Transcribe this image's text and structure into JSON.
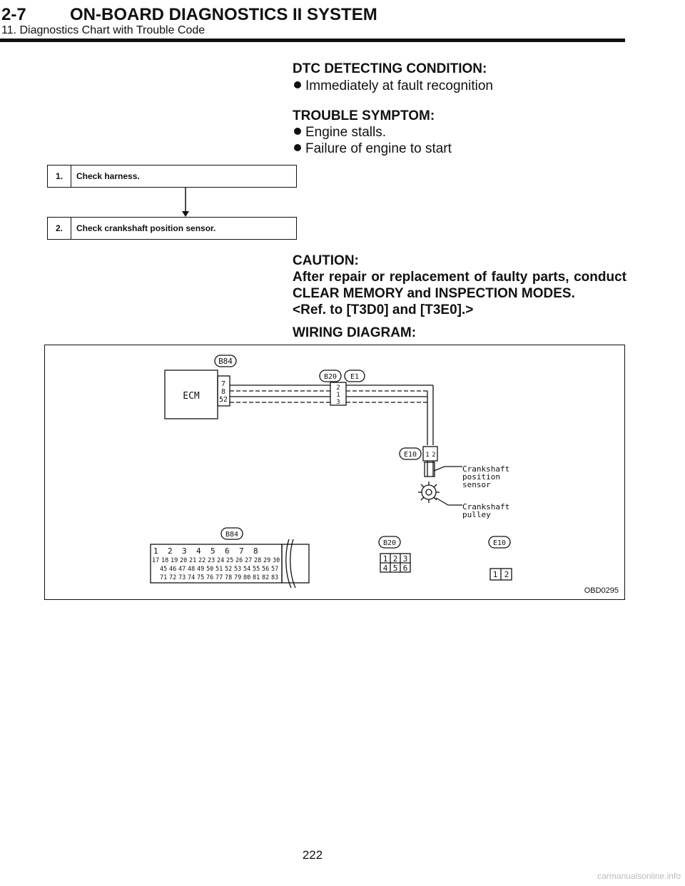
{
  "header": {
    "section": "2-7",
    "title": "ON-BOARD DIAGNOSTICS II SYSTEM",
    "subtitle": "11. Diagnostics Chart with Trouble Code"
  },
  "dtc": {
    "heading": "DTC DETECTING CONDITION:",
    "items": [
      "Immediately at fault recognition"
    ]
  },
  "symptom": {
    "heading": "TROUBLE SYMPTOM:",
    "items": [
      "Engine stalls.",
      "Failure of engine to start"
    ]
  },
  "flow": {
    "steps": [
      {
        "num": "1.",
        "text": "Check harness."
      },
      {
        "num": "2.",
        "text": "Check crankshaft position sensor."
      }
    ]
  },
  "caution": {
    "lines": [
      "CAUTION:",
      "After repair or replacement of faulty parts, conduct CLEAR MEMORY and INSPECTION MODES.",
      "<Ref. to [T3D0] and [T3E0].>"
    ]
  },
  "wiring": {
    "heading": "WIRING DIAGRAM:",
    "figure_code": "OBD0295",
    "ecm_label": "ECM",
    "connectors": {
      "b84": "B84",
      "b20": "B20",
      "e1": "E1",
      "e10": "E10"
    },
    "ecm_pins": [
      "7",
      "8",
      "52"
    ],
    "b20_pins": [
      "2",
      "1",
      "3"
    ],
    "e10_pins": [
      "1",
      "2"
    ],
    "sensor_label": [
      "Crankshaft",
      "position",
      "sensor"
    ],
    "pulley_label": [
      "Crankshaft",
      "pulley"
    ],
    "b84_face": {
      "row1": [
        "1",
        "2",
        "3",
        "4",
        "5",
        "6",
        "7",
        "8"
      ],
      "row2": [
        "17",
        "18",
        "19",
        "20",
        "21",
        "22",
        "23",
        "24",
        "25",
        "26",
        "27",
        "28",
        "29",
        "30"
      ],
      "row3": [
        "45",
        "46",
        "47",
        "48",
        "49",
        "50",
        "51",
        "52",
        "53",
        "54",
        "55",
        "56",
        "57"
      ],
      "row4": [
        "71",
        "72",
        "73",
        "74",
        "75",
        "76",
        "77",
        "78",
        "79",
        "80",
        "81",
        "82",
        "83"
      ]
    },
    "b20_face": {
      "row1": [
        "1",
        "2",
        "3"
      ],
      "row2": [
        "4",
        "5",
        "6"
      ]
    },
    "e10_face": [
      "1",
      "2"
    ]
  },
  "page": {
    "number": "222"
  },
  "footer": {
    "url": "carmanualsonline.info"
  }
}
